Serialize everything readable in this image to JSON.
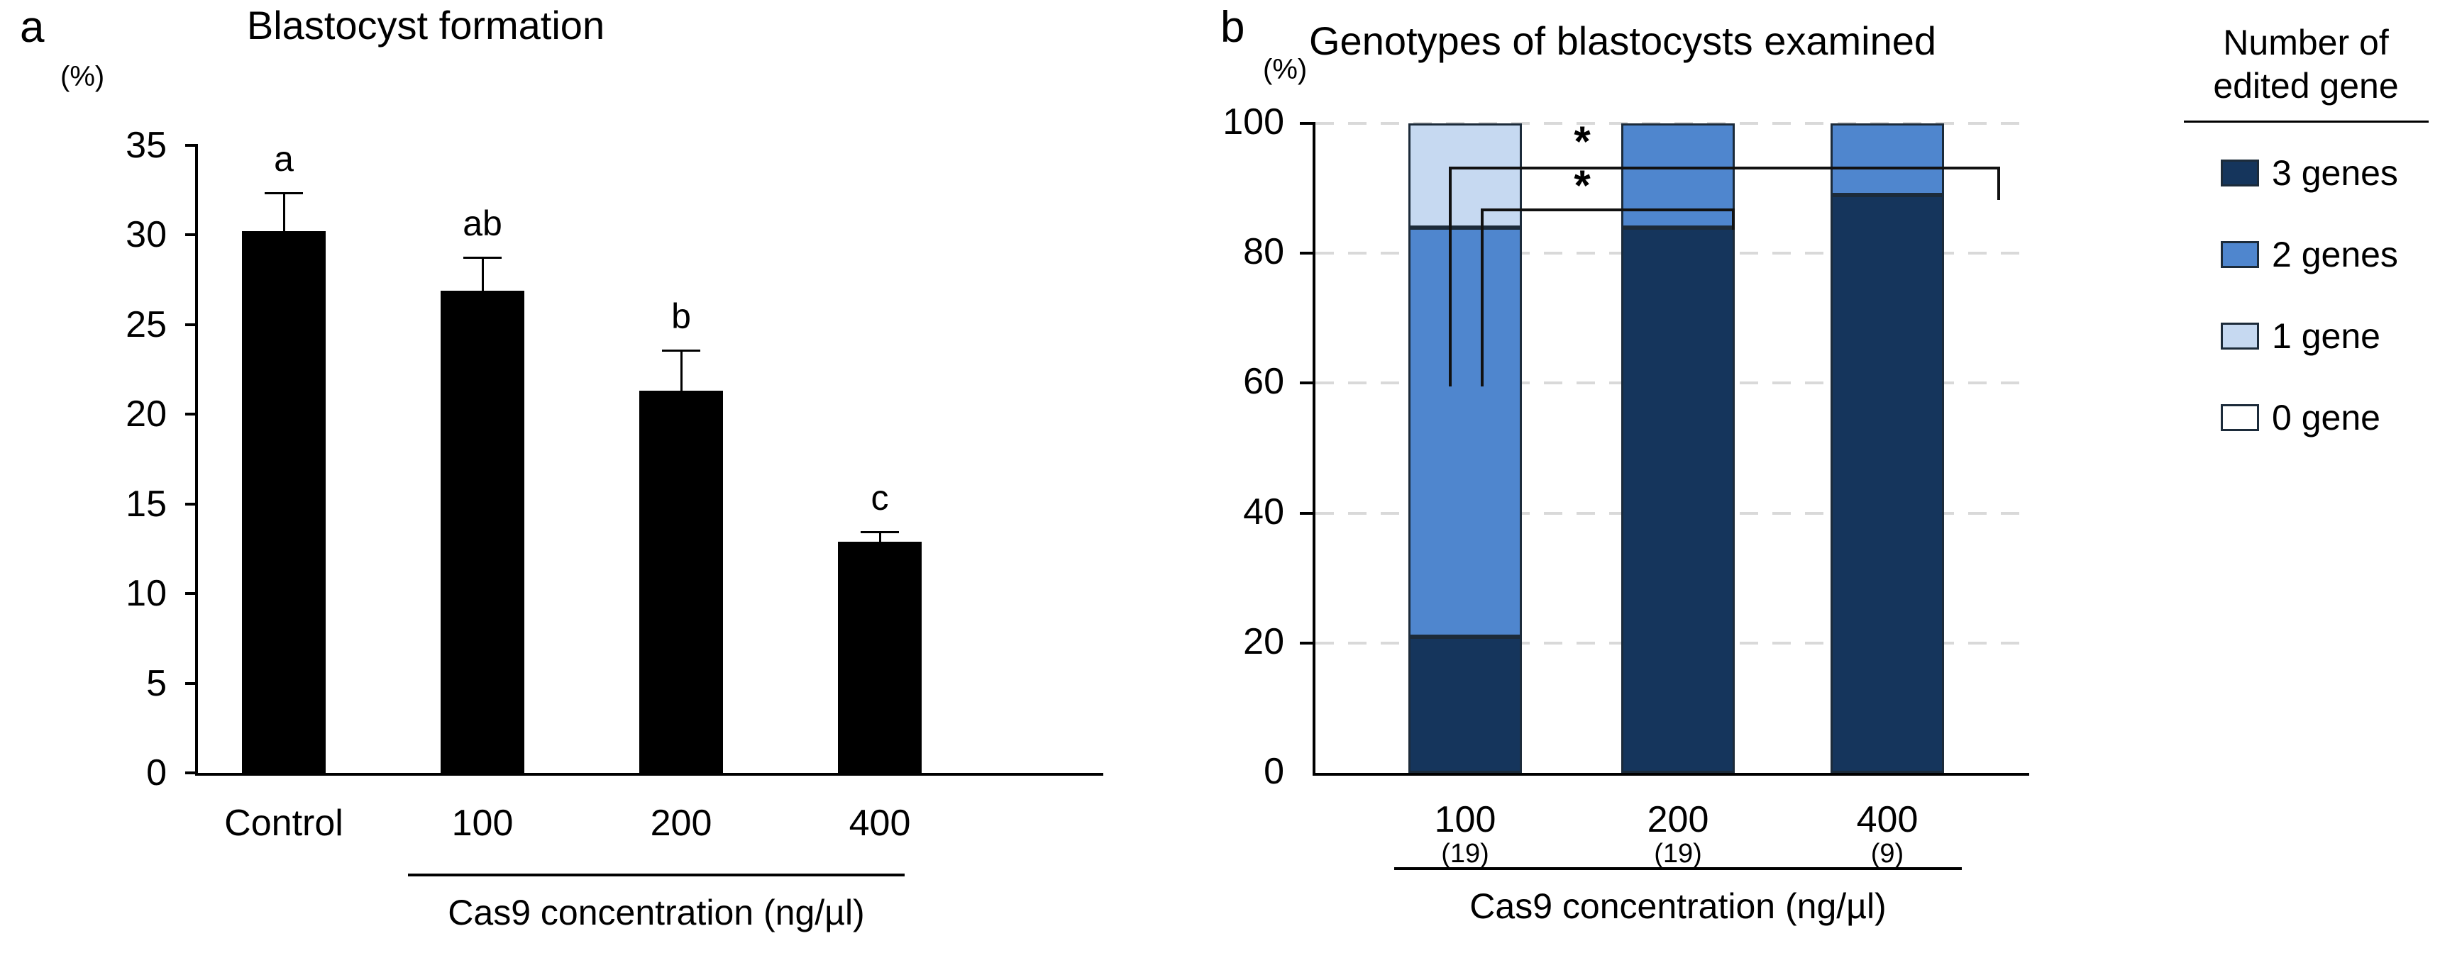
{
  "figure": {
    "panel_a_letter": "a",
    "panel_b_letter": "b"
  },
  "chart_data": [
    {
      "type": "bar",
      "panel": "a",
      "title": "Blastocyst formation",
      "ylabel": "(%)",
      "xlabel": "Cas9 concentration (ng/µl)",
      "ylim": [
        0,
        35
      ],
      "yticks": [
        "35",
        "30",
        "25",
        "20",
        "15",
        "10",
        "5",
        "0"
      ],
      "ytick_values": [
        35,
        30,
        25,
        20,
        15,
        10,
        5,
        0
      ],
      "grid": false,
      "bar_color": "#000000",
      "categories": [
        "Control",
        "100",
        "200",
        "400"
      ],
      "values": [
        30.2,
        26.9,
        21.3,
        12.9
      ],
      "errors": [
        2.2,
        1.9,
        2.3,
        0.6
      ],
      "significance_letters": [
        "a",
        "ab",
        "b",
        "c"
      ],
      "group_rule_categories": [
        "100",
        "200",
        "400"
      ]
    },
    {
      "type": "bar",
      "subtype": "stacked-100",
      "panel": "b",
      "title": "Genotypes of blastocysts examined",
      "ylabel": "(%)",
      "xlabel": "Cas9 concentration (ng/µl)",
      "ylim": [
        0,
        100
      ],
      "yticks": [
        "100",
        "80",
        "60",
        "40",
        "20",
        "0"
      ],
      "ytick_values": [
        100,
        80,
        60,
        40,
        20,
        0
      ],
      "grid": true,
      "categories": [
        "100",
        "200",
        "400"
      ],
      "sample_sizes": [
        "(19)",
        "(19)",
        "(9)"
      ],
      "series": [
        {
          "name": "3 genes",
          "color": "#15355c",
          "values": [
            21,
            84,
            89
          ]
        },
        {
          "name": "2 genes",
          "color": "#4f86ce",
          "values": [
            63,
            16,
            11
          ]
        },
        {
          "name": "1 gene",
          "color": "#c6d9f1",
          "values": [
            16,
            0,
            0
          ]
        },
        {
          "name": "0 gene",
          "color": "#ffffff",
          "values": [
            0,
            0,
            0
          ]
        }
      ],
      "annotations": [
        {
          "text": "*",
          "compares": [
            "100",
            "400"
          ]
        },
        {
          "text": "*",
          "compares": [
            "100",
            "200"
          ]
        }
      ]
    }
  ],
  "legend": {
    "title_line1": "Number of",
    "title_line2": "edited gene",
    "items": [
      {
        "label": "3 genes",
        "color": "#15355c"
      },
      {
        "label": "2 genes",
        "color": "#4f86ce"
      },
      {
        "label": "1 gene",
        "color": "#c6d9f1"
      },
      {
        "label": "0 gene",
        "color": "#ffffff"
      }
    ]
  }
}
